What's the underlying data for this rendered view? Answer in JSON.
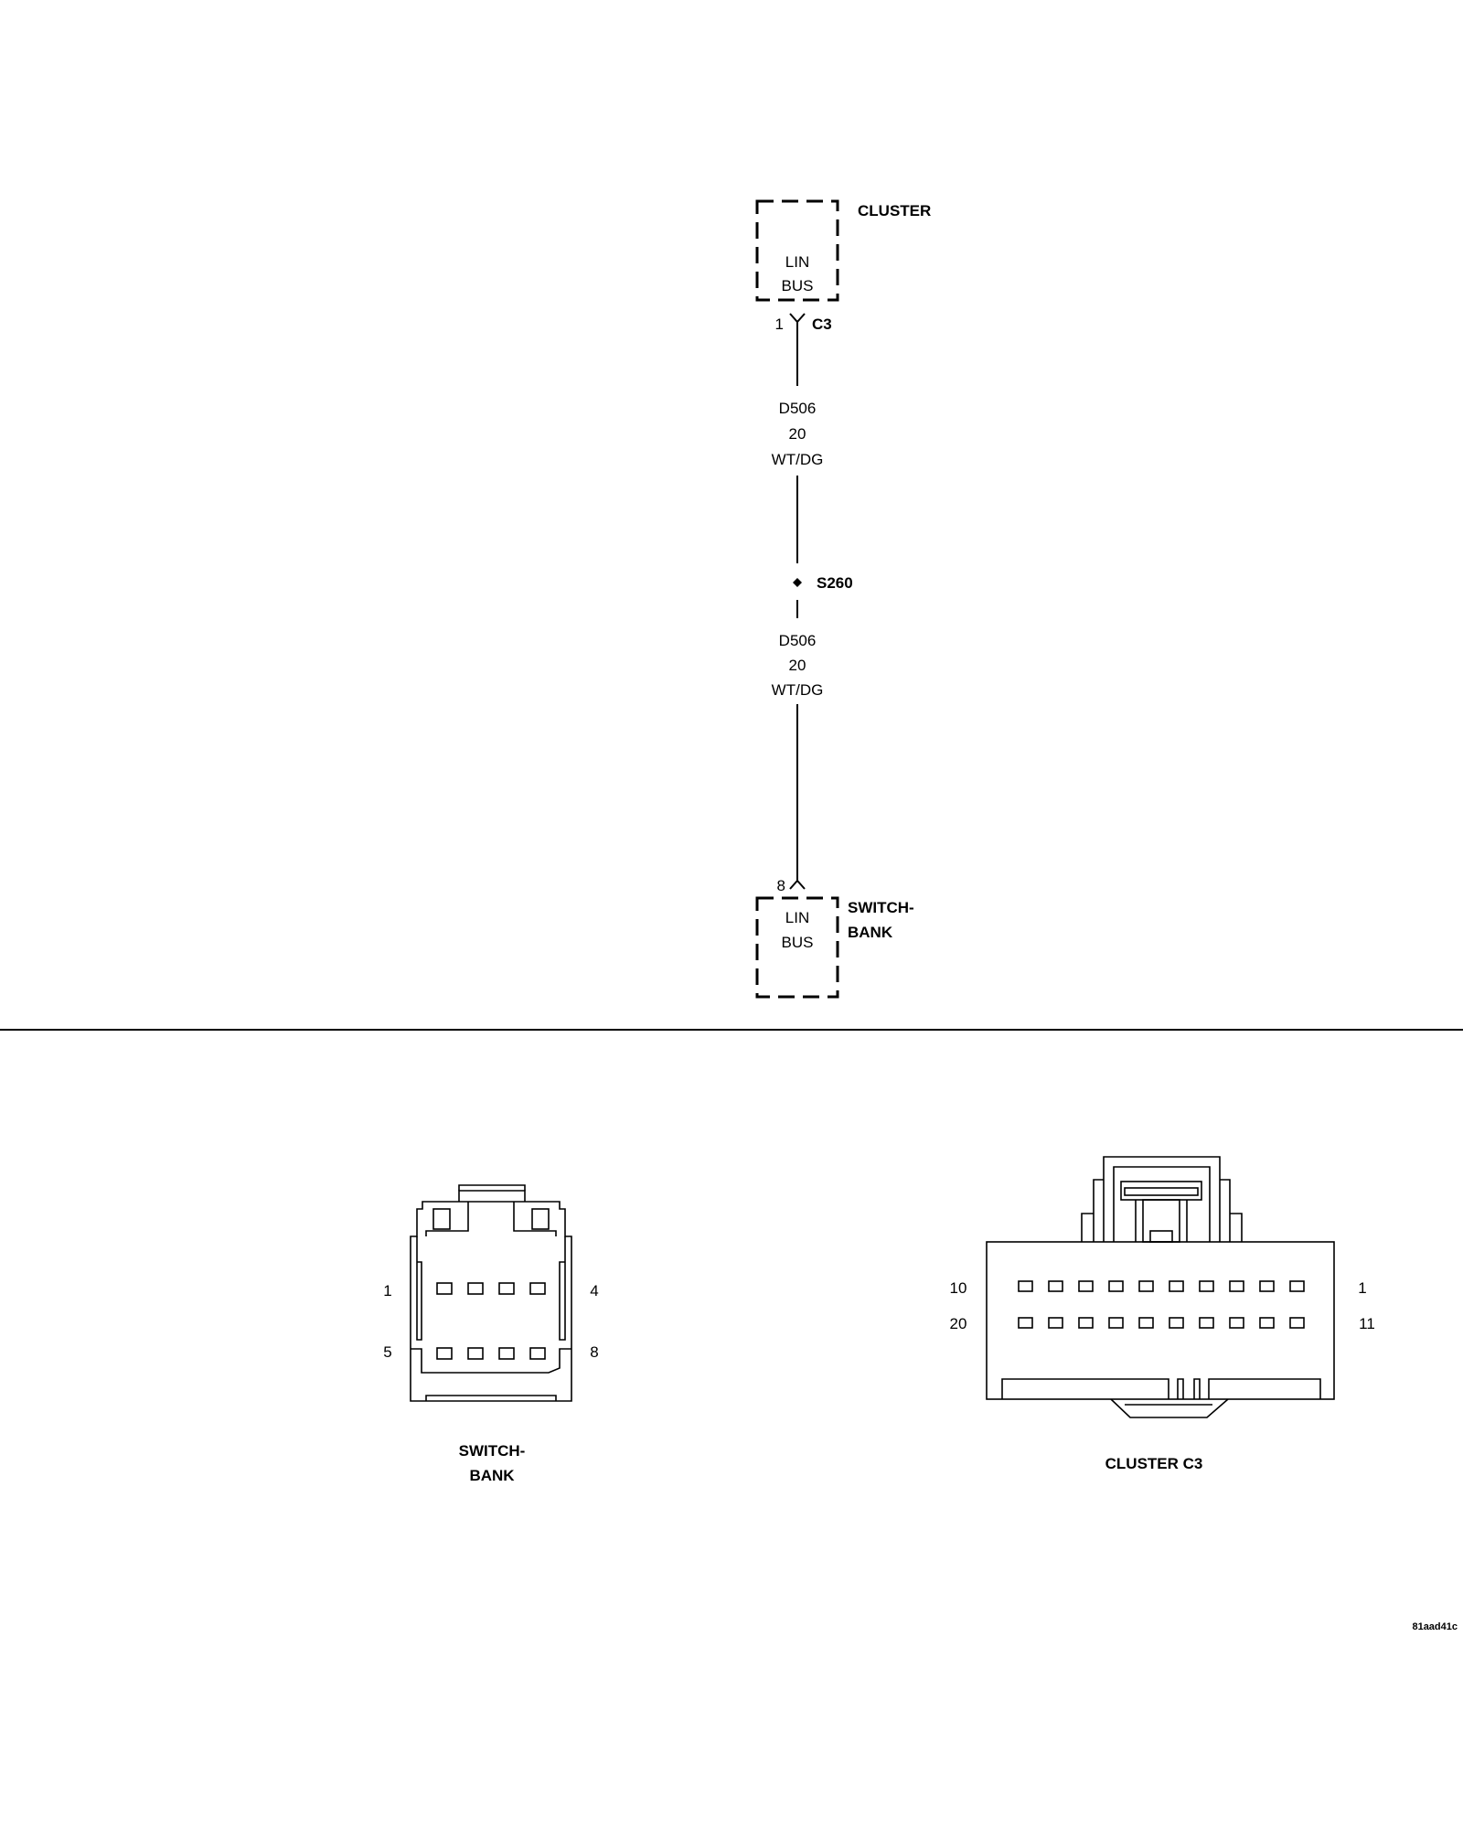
{
  "schematic": {
    "cluster": {
      "name": "CLUSTER",
      "circuit_line1": "LIN",
      "circuit_line2": "BUS",
      "pin": "1",
      "connector": "C3"
    },
    "wire_upper": {
      "circuit": "D506",
      "gauge": "20",
      "color": "WT/DG"
    },
    "splice": {
      "label": "S260"
    },
    "wire_lower": {
      "circuit": "D506",
      "gauge": "20",
      "color": "WT/DG"
    },
    "switch_bank": {
      "name_line1": "SWITCH-",
      "name_line2": "BANK",
      "circuit_line1": "LIN",
      "circuit_line2": "BUS",
      "pin": "8"
    }
  },
  "connector_views": {
    "switch_bank": {
      "title_line1": "SWITCH-",
      "title_line2": "BANK",
      "pin_top_left": "1",
      "pin_top_right": "4",
      "pin_bottom_left": "5",
      "pin_bottom_right": "8"
    },
    "cluster_c3": {
      "title": "CLUSTER C3",
      "pin_top_left": "10",
      "pin_top_right": "1",
      "pin_bottom_left": "20",
      "pin_bottom_right": "11"
    }
  },
  "figure_id": "81aad41c"
}
